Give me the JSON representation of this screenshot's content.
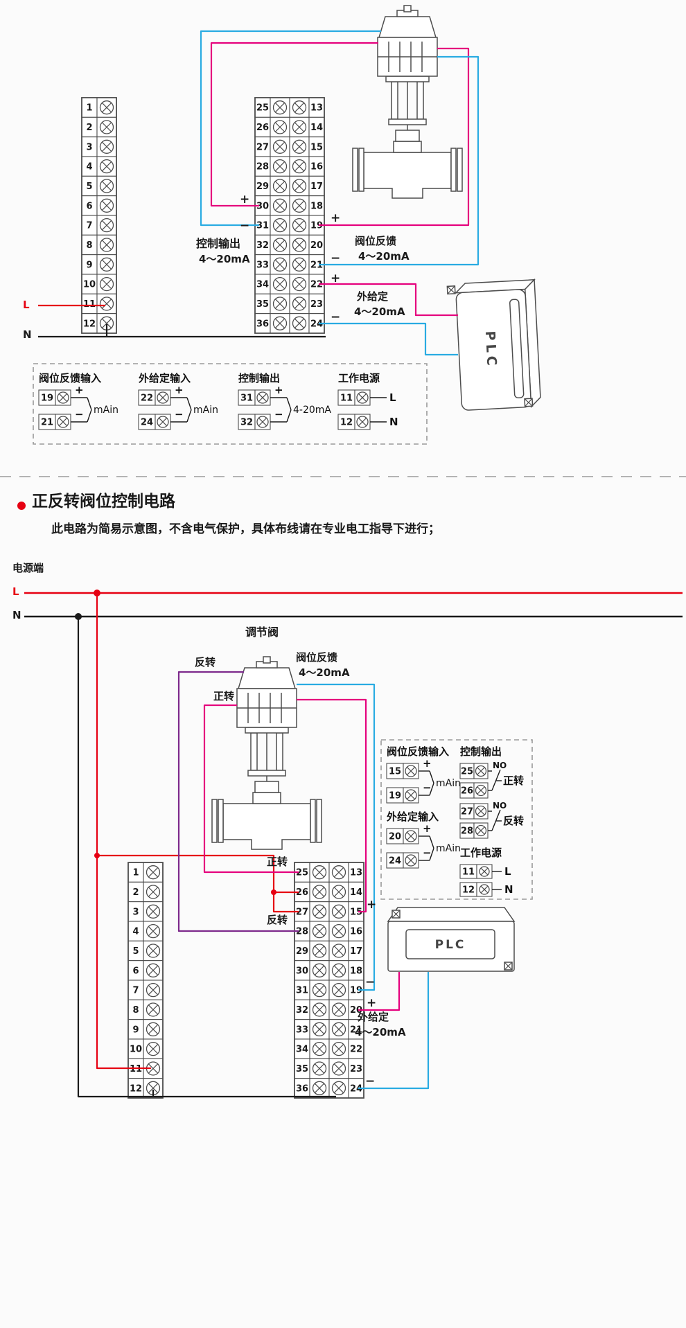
{
  "colors": {
    "magenta": "#e5007d",
    "cyan": "#29abe2",
    "red": "#e60012",
    "purple": "#7d2a8c",
    "black": "#1a1a1a",
    "hardware": "#4d4d4d"
  },
  "top": {
    "plus": "+",
    "minus": "−",
    "control_label": "控制输出",
    "control_range": "4～20mA",
    "feedback_label": "阀位反馈",
    "feedback_range": "4～20mA",
    "setpoint_label": "外给定",
    "setpoint_range": "4～20mA",
    "line_label": "L",
    "neutral_label": "N",
    "plc_label": "PLC",
    "terminals_left": [
      "1",
      "2",
      "3",
      "4",
      "5",
      "6",
      "7",
      "8",
      "9",
      "10",
      "11",
      "12"
    ],
    "terminals_mid_left": [
      "25",
      "26",
      "27",
      "28",
      "29",
      "30",
      "31",
      "32",
      "33",
      "34",
      "35",
      "36"
    ],
    "terminals_mid_right": [
      "13",
      "14",
      "15",
      "16",
      "17",
      "18",
      "19",
      "20",
      "21",
      "22",
      "23",
      "24"
    ],
    "legend": {
      "groups": [
        {
          "title": "阀位反馈输入",
          "rows": [
            {
              "num": "19",
              "sign": "+"
            },
            {
              "num": "21",
              "sign": "−"
            }
          ],
          "note": "mAin"
        },
        {
          "title": "外给定输入",
          "rows": [
            {
              "num": "22",
              "sign": "+"
            },
            {
              "num": "24",
              "sign": "−"
            }
          ],
          "note": "mAin"
        },
        {
          "title": "控制输出",
          "rows": [
            {
              "num": "31",
              "sign": "+"
            },
            {
              "num": "32",
              "sign": "−"
            }
          ],
          "note": "4-20mA"
        },
        {
          "title": "工作电源",
          "rows": [
            {
              "num": "11",
              "sign": "L"
            },
            {
              "num": "12",
              "sign": "N"
            }
          ],
          "note": ""
        }
      ]
    }
  },
  "section": {
    "title": "正反转阀位控制电路",
    "subtitle": "此电路为简易示意图，不含电气保护，具体布线请在专业电工指导下进行；"
  },
  "bottom": {
    "power_side_label": "电源端",
    "line_label": "L",
    "neutral_label": "N",
    "valve_label": "调节阀",
    "forward_label": "正转",
    "reverse_label": "反转",
    "feedback_label": "阀位反馈",
    "feedback_range": "4～20mA",
    "setpoint_label": "外给定",
    "setpoint_range": "4～20mA",
    "plus": "+",
    "minus": "−",
    "plc_label": "PLC",
    "terminals_left": [
      "1",
      "2",
      "3",
      "4",
      "5",
      "6",
      "7",
      "8",
      "9",
      "10",
      "11",
      "12"
    ],
    "terminals_mid_left": [
      "25",
      "26",
      "27",
      "28",
      "29",
      "30",
      "31",
      "32",
      "33",
      "34",
      "35",
      "36"
    ],
    "terminals_mid_right": [
      "13",
      "14",
      "15",
      "16",
      "17",
      "18",
      "19",
      "20",
      "21",
      "22",
      "23",
      "24"
    ],
    "legend": {
      "groups": [
        {
          "title": "阀位反馈输入",
          "rows": [
            {
              "num": "15",
              "sign": "+"
            },
            {
              "num": "19",
              "sign": "−"
            }
          ],
          "note": "mAin"
        },
        {
          "title": "控制输出",
          "pairs": [
            {
              "a": "25",
              "b": "26",
              "contact": "NO",
              "label": "正转"
            },
            {
              "a": "27",
              "b": "28",
              "contact": "NO",
              "label": "反转"
            }
          ]
        },
        {
          "title": "外给定输入",
          "rows": [
            {
              "num": "20",
              "sign": "+"
            },
            {
              "num": "24",
              "sign": "−"
            }
          ],
          "note": "mAin"
        },
        {
          "title": "工作电源",
          "rows": [
            {
              "num": "11",
              "sign": "L"
            },
            {
              "num": "12",
              "sign": "N"
            }
          ],
          "note": ""
        }
      ]
    }
  }
}
